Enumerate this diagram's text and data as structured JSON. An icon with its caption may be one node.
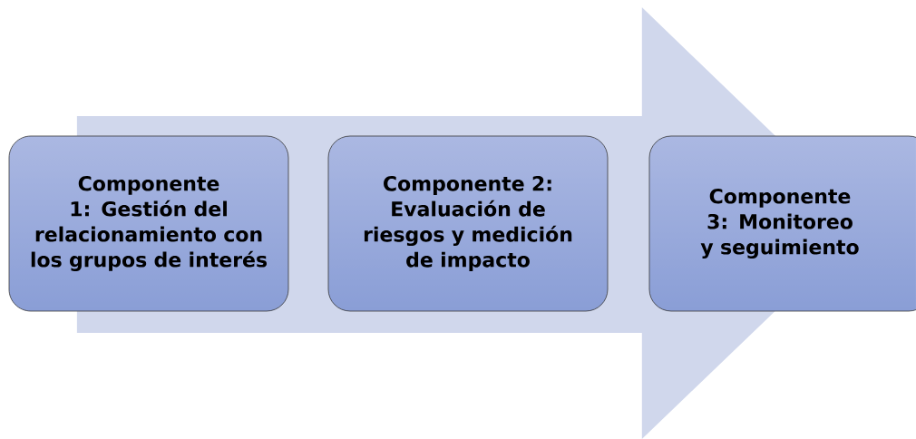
{
  "diagram": {
    "nodes": [
      {
        "text": [
          "Componente 1: Gestión del relacionamiento con los grupos de interés"
        ]
      },
      {
        "text": [
          "Componente 2: Evaluación de riesgos y medición de impacto"
        ]
      },
      {
        "text": [
          "Componente 3: Monitoreo y seguimiento"
        ]
      }
    ],
    "edges": [
      {
        "from": 0,
        "to": 2,
        "arrow": "to"
      }
    ]
  }
}
